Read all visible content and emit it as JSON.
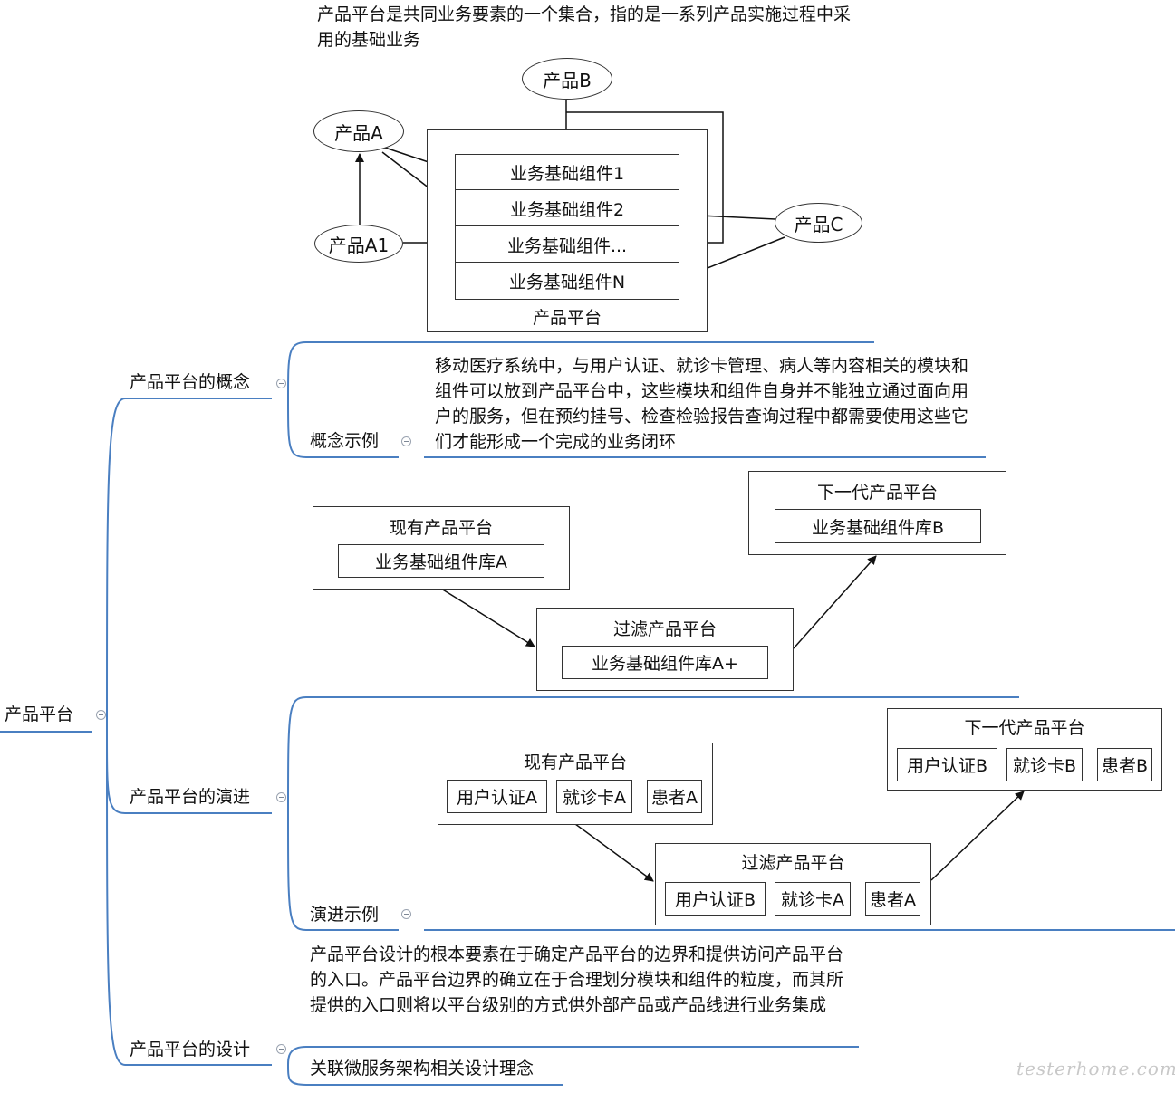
{
  "top_caption": "产品平台是共同业务要素的一个集合，指的是一系列产品实施过程中采用的基础业务",
  "platform_diagram": {
    "product_b": "产品B",
    "product_a": "产品A",
    "product_a1": "产品A1",
    "product_c": "产品C",
    "components": [
      "业务基础组件1",
      "业务基础组件2",
      "业务基础组件...",
      "业务基础组件N"
    ],
    "platform_label": "产品平台"
  },
  "mindmap": {
    "root": "产品平台",
    "concept": {
      "label": "产品平台的概念",
      "example_label": "概念示例",
      "example_text": "移动医疗系统中，与用户认证、就诊卡管理、病人等内容相关的模块和组件可以放到产品平台中，这些模块和组件自身并不能独立通过面向用户的服务，但在预约挂号、检查检验报告查询过程中都需要使用这些它们才能形成一个完成的业务闭环"
    },
    "evolution": {
      "label": "产品平台的演进",
      "example_label": "演进示例"
    },
    "design": {
      "label": "产品平台的设计",
      "text": "产品平台设计的根本要素在于确定产品平台的边界和提供访问产品平台的入口。产品平台边界的确立在于合理划分模块和组件的粒度，而其所提供的入口则将以平台级别的方式供外部产品或产品线进行业务集成",
      "related": "关联微服务架构相关设计理念"
    }
  },
  "evolution_diagram_1": {
    "existing": {
      "title": "现有产品平台",
      "lib": "业务基础组件库A"
    },
    "filtered": {
      "title": "过滤产品平台",
      "lib": "业务基础组件库A+"
    },
    "next": {
      "title": "下一代产品平台",
      "lib": "业务基础组件库B"
    }
  },
  "evolution_diagram_2": {
    "existing": {
      "title": "现有产品平台",
      "items": [
        "用户认证A",
        "就诊卡A",
        "患者A"
      ]
    },
    "filtered": {
      "title": "过滤产品平台",
      "items": [
        "用户认证B",
        "就诊卡A",
        "患者A"
      ]
    },
    "next": {
      "title": "下一代产品平台",
      "items": [
        "用户认证B",
        "就诊卡B",
        "患者B"
      ]
    }
  },
  "watermark": "testerhome.com",
  "colors": {
    "branch": "#4a7fc1",
    "line": "#333333"
  }
}
